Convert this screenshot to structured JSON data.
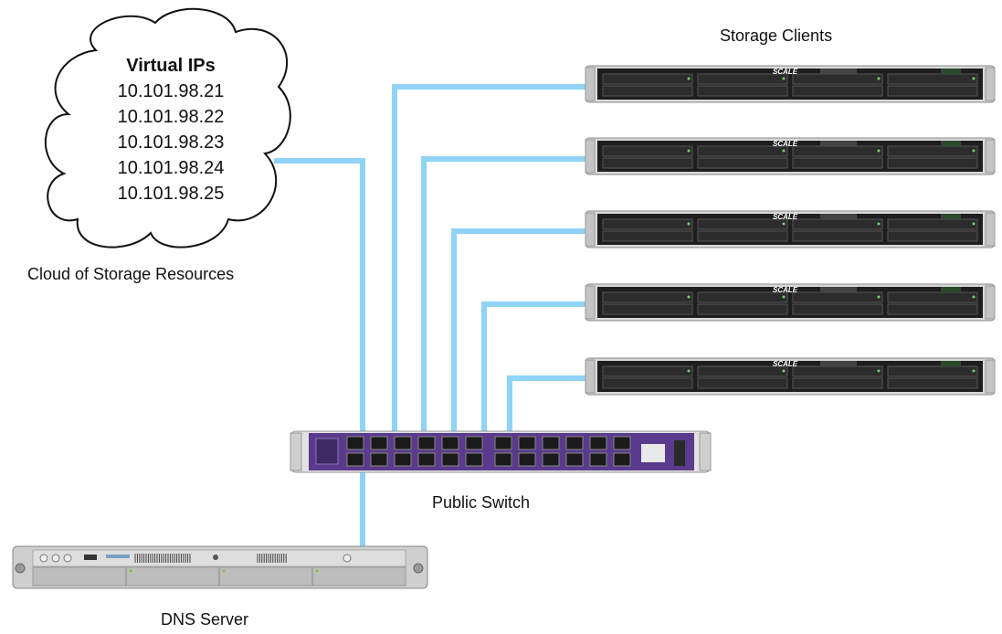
{
  "cloud": {
    "title": "Virtual IPs",
    "ips": [
      "10.101.98.21",
      "10.101.98.22",
      "10.101.98.23",
      "10.101.98.24",
      "10.101.98.25"
    ],
    "caption": "Cloud of Storage Resources"
  },
  "storage_clients": {
    "caption": "Storage Clients",
    "brand": "SCALE",
    "count": 5
  },
  "switch": {
    "caption": "Public Switch"
  },
  "dns_server": {
    "caption": "DNS Server"
  },
  "colors": {
    "link": "#8fd3f7",
    "switch_body": "#5a3a8c",
    "server_front": "#1e1e1e",
    "server_chassis": "#d8d8d8"
  }
}
